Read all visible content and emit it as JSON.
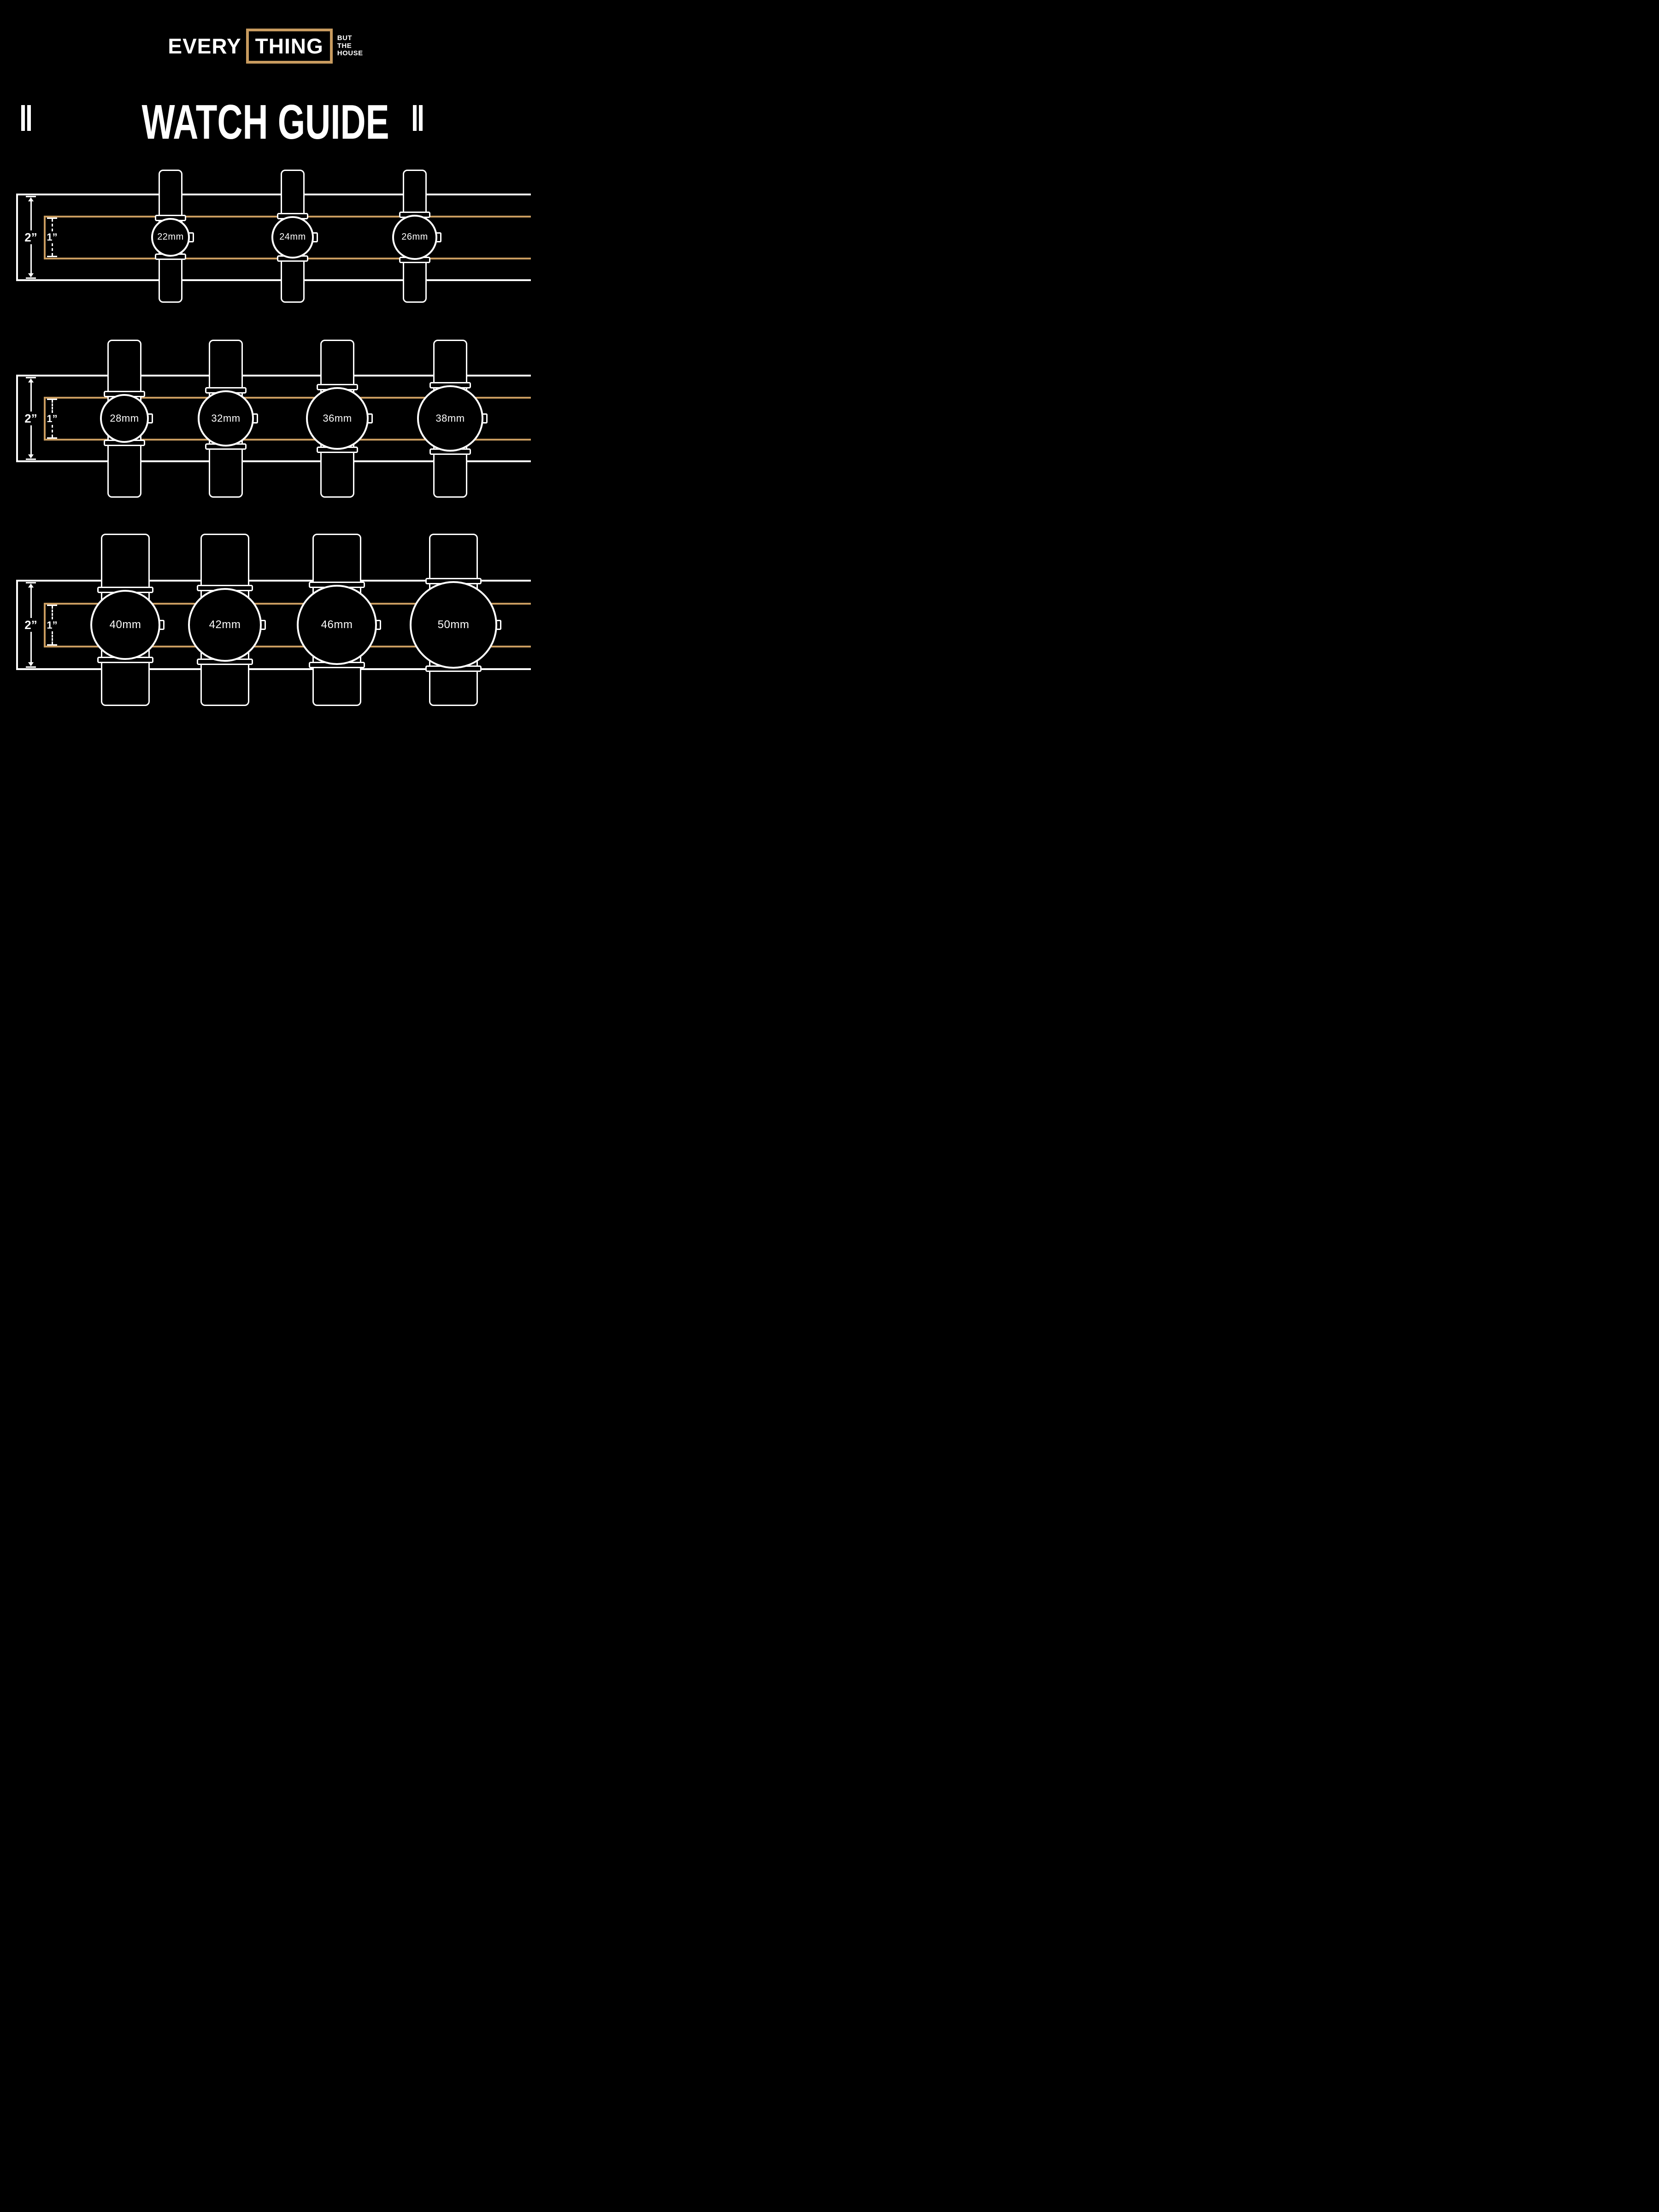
{
  "brand": {
    "word1": "EVERY",
    "word2": "THING",
    "tagline_lines": [
      "BUT",
      "THE",
      "HOUSE"
    ]
  },
  "title": "WATCH GUIDE",
  "dimension_labels": {
    "outer": "2”",
    "inner": "1”"
  },
  "colors": {
    "background": "#000000",
    "gold": "#c89b5f",
    "white": "#ffffff"
  },
  "rows": [
    {
      "watches": [
        {
          "label": "22mm",
          "mm": 22
        },
        {
          "label": "24mm",
          "mm": 24
        },
        {
          "label": "26mm",
          "mm": 26
        }
      ]
    },
    {
      "watches": [
        {
          "label": "28mm",
          "mm": 28
        },
        {
          "label": "32mm",
          "mm": 32
        },
        {
          "label": "36mm",
          "mm": 36
        },
        {
          "label": "38mm",
          "mm": 38
        }
      ]
    },
    {
      "watches": [
        {
          "label": "40mm",
          "mm": 40
        },
        {
          "label": "42mm",
          "mm": 42
        },
        {
          "label": "46mm",
          "mm": 46
        },
        {
          "label": "50mm",
          "mm": 50
        }
      ]
    }
  ]
}
